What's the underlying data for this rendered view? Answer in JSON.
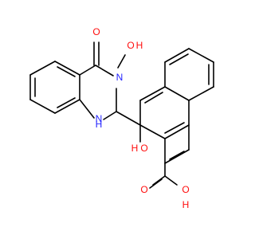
{
  "colors": {
    "carbon": "#000000",
    "oxygen": "#ff0d0d",
    "nitrogen": "#1f1fff",
    "background": "#ffffff"
  },
  "labels": {
    "carbonyl_oxygen": "O",
    "n3_hydroxy": "O",
    "n3_hydroxy_h": "H",
    "n3": "N",
    "n1": "N",
    "n1_h": "H",
    "phenol_oxygen": "O",
    "phenol_h": "H",
    "acid_oxygen_double": "O",
    "acid_oxygen_single": "O",
    "acid_h": "H"
  }
}
